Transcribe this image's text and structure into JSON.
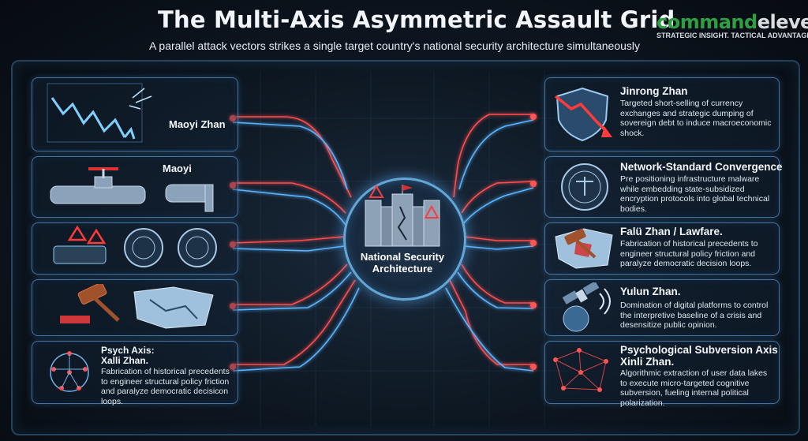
{
  "header": {
    "title": "The Multi-Axis Asymmetric Assault Grid",
    "subtitle": "A parallel attack vectors strikes a single target country's national security architecture simultaneously"
  },
  "brand": {
    "name_part1": "command",
    "name_part2": "eleven",
    "tagline": "STRATEGIC INSIGHT. TACTICAL ADVANTAGE.",
    "colors": {
      "green": "#2ea043",
      "light": "#d9dde2"
    }
  },
  "center": {
    "label": "National Security Architecture",
    "icon": "fortress-icon"
  },
  "left_rows": [
    {
      "title": "Maoyi Zhan",
      "icon": "falling-chart-icon"
    },
    {
      "title": "Maoyi",
      "icon": "pipeline-icon"
    },
    {
      "title": "",
      "icon": "router-warning-icon"
    },
    {
      "title": "",
      "icon": "gavel-map-icon"
    },
    {
      "title_line1": "Psych Axis:",
      "title_line2": "Xalli Zhan.",
      "description": "Fabrication of historical precedents to engineer structural policy friction and paralyze democratic decisicon loops.",
      "icon": "network-mesh-icon"
    }
  ],
  "right_rows": [
    {
      "title": "Jinrong Zhan",
      "description": "Targeted short-selling of currency exchanges and strategic dumping of sovereign debt to induce macroeconomic shock.",
      "icon": "shield-decline-icon"
    },
    {
      "title": "Network-Standard Convergence",
      "description": "Pre positioning infrastructure malware while embedding state-subsidized encryption protocols into global technical bodies.",
      "icon": "seal-icon"
    },
    {
      "title": "Falü Zhan / Lawfare.",
      "description": "Fabrication of historical precedents to engineer structural policy friction and paralyze democratic decision loops.",
      "icon": "gavel-map-icon"
    },
    {
      "title": "Yulun Zhan.",
      "description": "Domination of digital platforms to control the interpretive baseline of a crisis and desensitize public opinion.",
      "icon": "satellite-icon"
    },
    {
      "title_line1": "Psychological Subversion Axis",
      "title_line2": "Xinli Zhan.",
      "description": "Algorithmic extraction of user data lakes to execute micro-targeted cognitive subversion, fueling internal political polarization.",
      "icon": "network-mesh-icon"
    }
  ],
  "colors": {
    "accent": "#5ab4ff",
    "threat": "#ff3b3b",
    "background": "#0d1620"
  }
}
